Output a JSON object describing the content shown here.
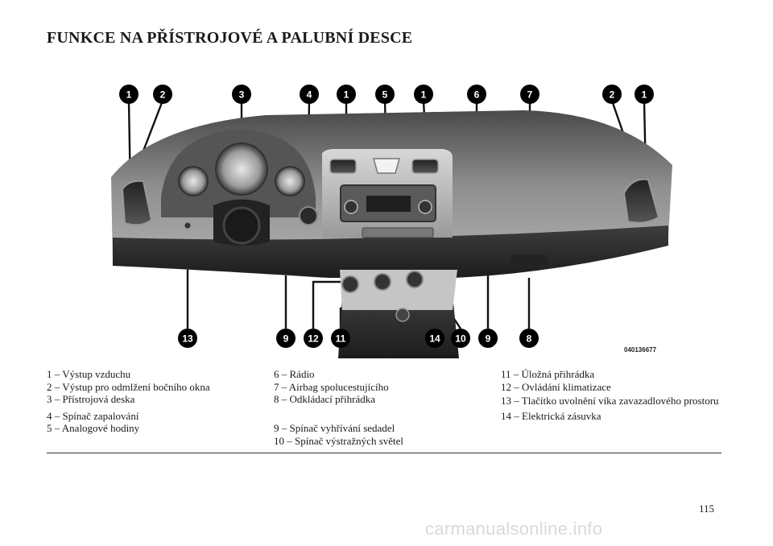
{
  "page": {
    "title": "FUNKCE NA PŘÍSTROJOVÉ A PALUBNÍ DESCE",
    "page_number": "115",
    "watermark": "carmanualsonline.info"
  },
  "figure": {
    "image_code": "040136677",
    "callouts": [
      "1",
      "2",
      "3",
      "4",
      "1",
      "5",
      "1",
      "6",
      "7",
      "2",
      "1",
      "13",
      "9",
      "12",
      "11",
      "14",
      "10",
      "9",
      "8"
    ]
  },
  "legend": {
    "col1": [
      "1 – Výstup vzduchu",
      "2 – Výstup pro odmlžení bočního okna",
      "3 – Přístrojová deska",
      "4 – Spínač zapalování",
      "5 – Analogové hodiny"
    ],
    "col2": [
      "6 – Rádio",
      "7 – Airbag spolucestujícího",
      "8 – Odkládací přihrádka",
      "9 – Spínač vyhřívání sedadel",
      "10 – Spínač výstražných světel"
    ],
    "col3": [
      "11 – Úložná přihrádka",
      "12 – Ovládání klimatizace",
      "13 – Tlačítko uvolnění víka zavazadlového prostoru",
      "14 – Elektrická zásuvka"
    ]
  }
}
